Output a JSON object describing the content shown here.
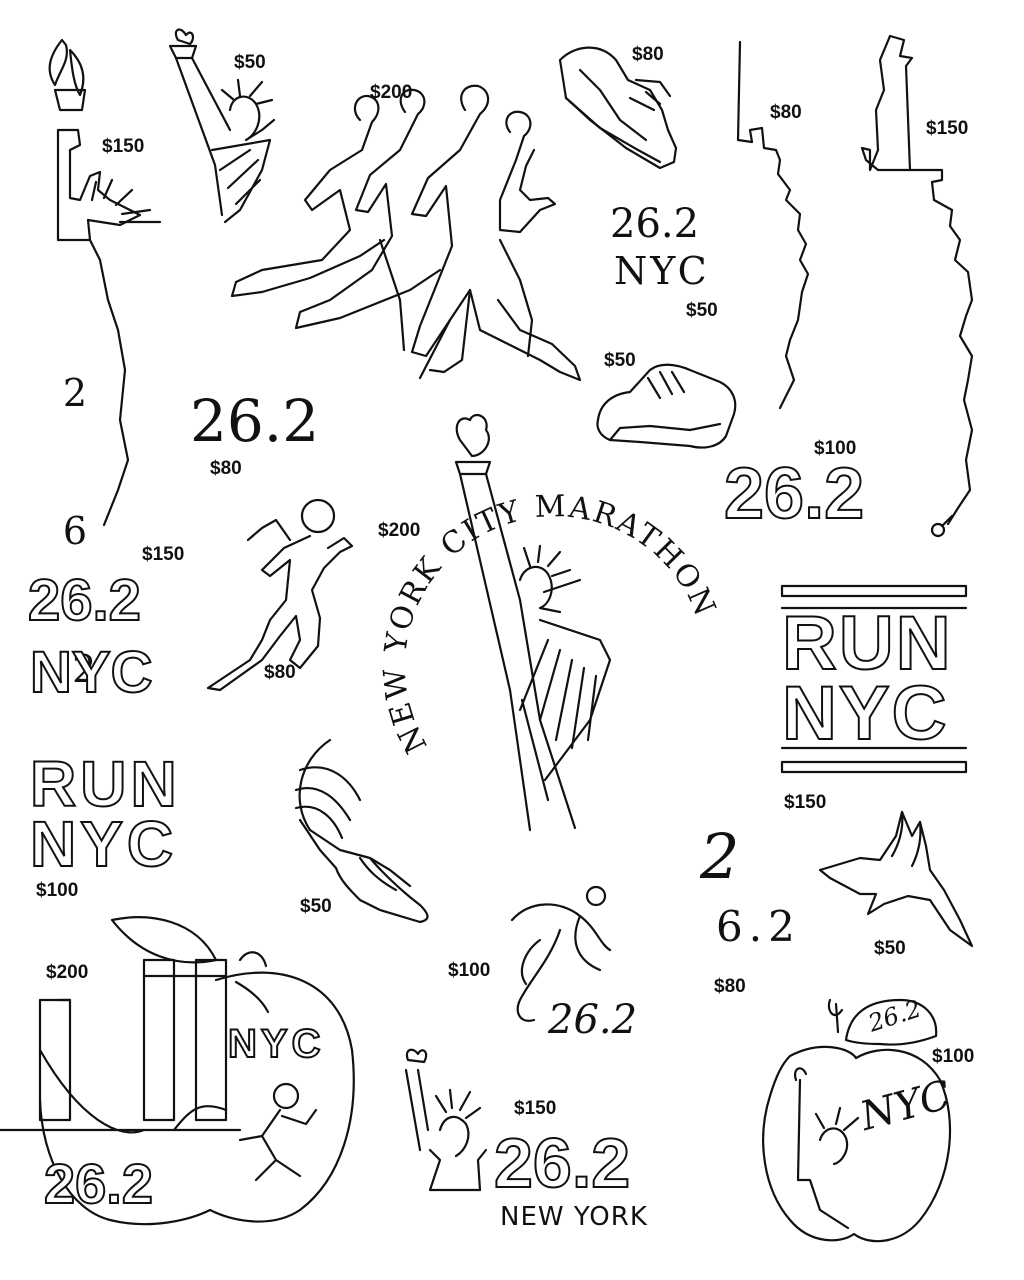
{
  "flash_sheet": {
    "prices": {
      "p01": "$150",
      "p02": "$50",
      "p03": "$200",
      "p04": "$80",
      "p05": "$80",
      "p06": "$150",
      "p07": "$50",
      "p08": "$50",
      "p09": "$80",
      "p10": "$100",
      "p11": "$150",
      "p12": "$80",
      "p13": "$200",
      "p14": "$150",
      "p15": "$100",
      "p16": "$50",
      "p17": "$200",
      "p18": "$100",
      "p19": "$80",
      "p20": "$50",
      "p21": "$150",
      "p22": "$100"
    },
    "lettering": {
      "vertical_262": [
        "2",
        "6",
        ".2"
      ],
      "serif_262": "26.2",
      "serif_nyc_top": "26.2",
      "serif_nyc_bottom": "NYC",
      "outline_262_right": "26.2",
      "outline_262_left": "26.2",
      "outline_nyc_left": "NYC",
      "run_rounded": "RUN",
      "nyc_rounded": "NYC",
      "run_block": "RUN",
      "nyc_block": "NYC",
      "ring_text": "NEW YORK CITY MARATHON",
      "script_262_runner": "26.2",
      "loop_262_top": "2",
      "loop_262_bottom": "6.2",
      "apple_nyc": "NYC",
      "apple_262": "26.2",
      "liberty_262": "26.2",
      "liberty_new_york": "NEW YORK",
      "apple2_262": "26.2",
      "apple2_nyc": "NYC"
    }
  }
}
